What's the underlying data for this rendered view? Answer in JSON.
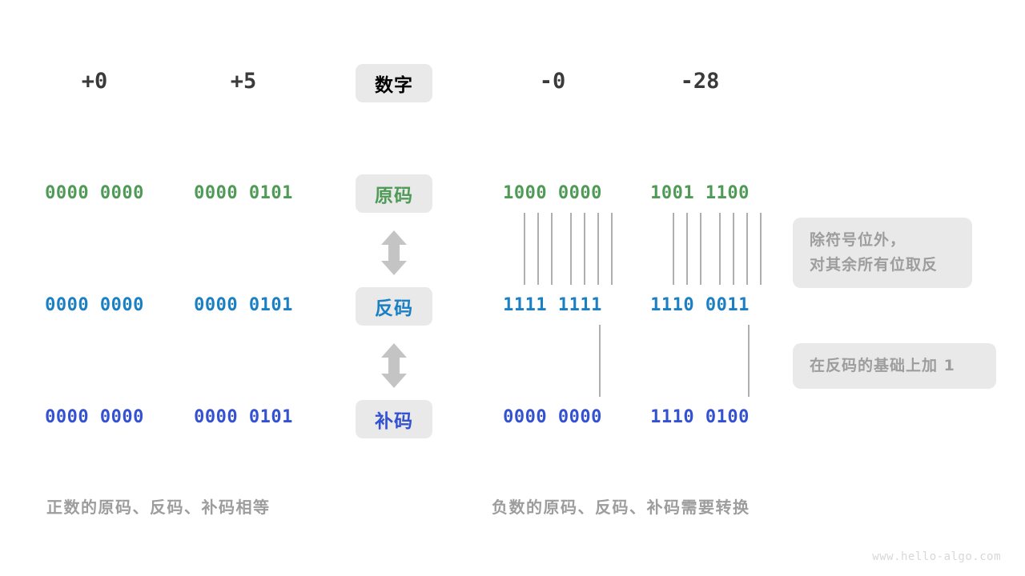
{
  "diagram": {
    "title_row": {
      "label": "数字",
      "label_color": "#3a3a3a",
      "values": [
        "+0",
        "+5",
        "-0",
        "-28"
      ]
    },
    "rows": [
      {
        "key": "sign_magnitude",
        "label": "原码",
        "color": "#4f9a57",
        "values": [
          "0000 0000",
          "0000 0101",
          "1000 0000",
          "1001 1100"
        ]
      },
      {
        "key": "ones_complement",
        "label": "反码",
        "color": "#1b7fc4",
        "values": [
          "0000 0000",
          "0000 0101",
          "1111 1111",
          "1110 0011"
        ]
      },
      {
        "key": "twos_complement",
        "label": "补码",
        "color": "#3451d1",
        "values": [
          "0000 0000",
          "0000 0101",
          "0000 0000",
          "1110 0100"
        ]
      }
    ],
    "notes": [
      {
        "key": "invert-note",
        "text": "除符号位外，\n对其余所有位取反"
      },
      {
        "key": "plus-one-note",
        "text": "在反码的基础上加  1"
      }
    ],
    "captions": [
      {
        "key": "positive-caption",
        "text": "正数的原码、反码、补码相等"
      },
      {
        "key": "negative-caption",
        "text": "负数的原码、反码、补码需要转换"
      }
    ],
    "arrows": [
      {
        "key": "arrow-yuan-fan",
        "icon": "double-arrow-vertical-icon"
      },
      {
        "key": "arrow-fan-bu",
        "icon": "double-arrow-vertical-icon"
      }
    ],
    "watermark": "www.hello-algo.com",
    "colors": {
      "pill_bg": "#e9e9e9",
      "note_bg": "#e9e9e9",
      "note_text": "#9d9d9d",
      "connector": "#8d8d8d",
      "arrow": "#c4c4c4"
    }
  }
}
